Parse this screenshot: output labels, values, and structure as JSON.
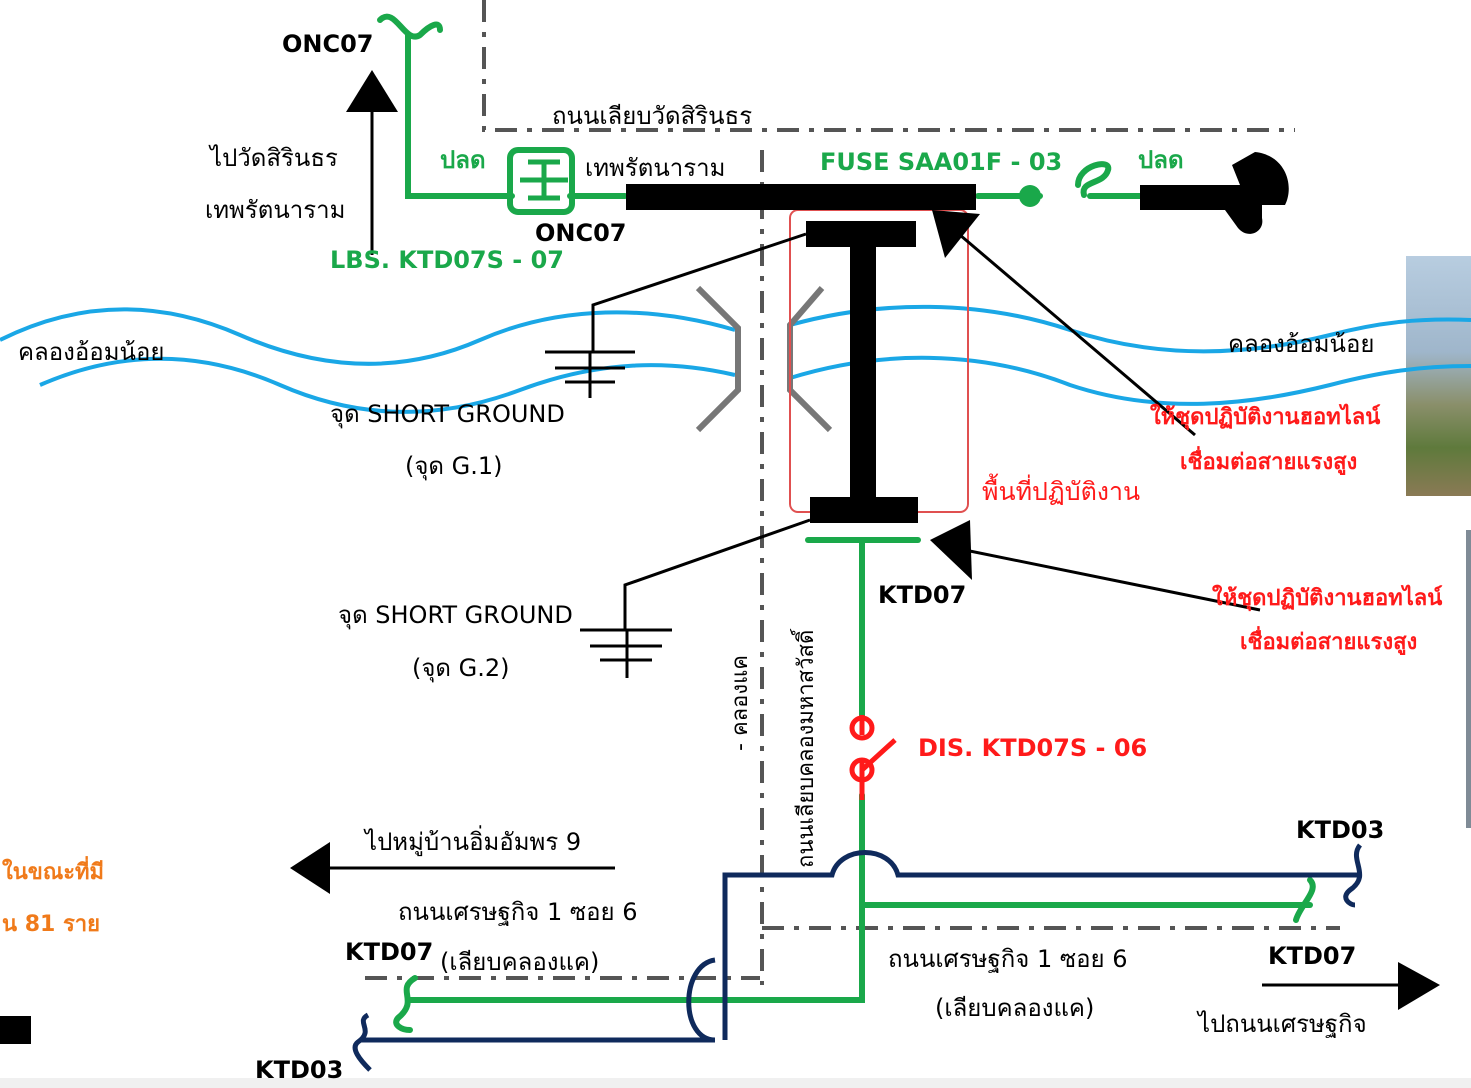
{
  "labels": {
    "onc07_top": "ONC07",
    "to_wat": "ไปวัดสิรินธร",
    "thepphat": "เทพรัตนาราม",
    "road_wat": "ถนนเลียบวัดสิรินธร",
    "plod_left": "ปลด",
    "thepphat2": "เทพรัตนาราม",
    "fuse": "FUSE SAA01F - 03",
    "plod_right": "ปลด",
    "onc07_mid": "ONC07",
    "lbs": "LBS. KTD07S - 07",
    "canal_left": "คลองอ้อมน้อย",
    "canal_right": "คลองอ้อมน้อย",
    "sg1": "จุด SHORT GROUND",
    "g1": "(จุด G.1)",
    "hotline1_a": "ให้ชุดปฏิบัติงานฮอทไลน์",
    "hotline1_b": "เชื่อมต่อสายแรงสูง",
    "work_area": "พื้นที่ปฏิบัติงาน",
    "ktd07_mid": "KTD07",
    "sg2": "จุด SHORT GROUND",
    "g2": "(จุด G.2)",
    "hotline2_a": "ให้ชุดปฏิบัติงานฮอทไลน์",
    "hotline2_b": "เชื่อมต่อสายแรงสูง",
    "vert_road_a": "ถนนเลียบคลองมหาสวัสดิ์",
    "vert_road_b": "- คลองแค",
    "dis": "DIS. KTD07S - 06",
    "to_village": "ไปหมู่บ้านอิ่มอัมพร 9",
    "ktd03_right": "KTD03",
    "orange1": "ในขณะที่มี",
    "orange2": "น 81 ราย",
    "road_soi_left": "ถนนเศรษฐกิจ 1 ซอย 6",
    "road_soi_left_b": "(เลียบคลองแค)",
    "ktd07_left": "KTD07",
    "road_soi_right": "ถนนเศรษฐกิจ 1 ซอย 6",
    "road_soi_right_b": "(เลียบคลองแค)",
    "ktd07_right": "KTD07",
    "to_setthakit": "ไปถนนเศรษฐกิจ",
    "ktd03_bottom": "KTD03"
  },
  "colors": {
    "green": "#1aa84a",
    "navy": "#0f2a5c",
    "cyan": "#1aa7e6",
    "red": "#ff1a1a",
    "black": "#000000",
    "grey": "#555555"
  }
}
